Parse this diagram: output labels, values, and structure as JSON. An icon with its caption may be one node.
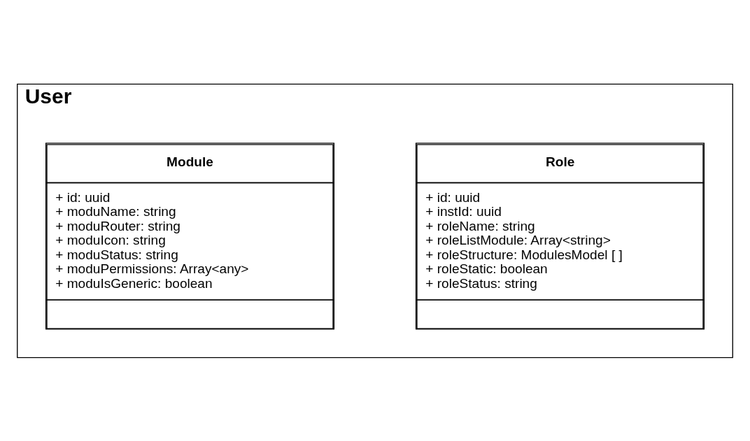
{
  "diagram": {
    "nodes": [
      {
        "text": [
          "User"
        ]
      },
      {
        "text": [
          "Role",
          "+ id: uuid",
          "+ instId: uuid",
          "+ roleName: string",
          "+ roleListModule: Array<string>",
          "+ roleStructure: ModulesModel [ ]",
          "+ roleStatic: boolean",
          "+ roleStatus: string"
        ],
        "in": 0
      },
      {
        "text": [
          "Module",
          "+ id: uuid",
          "+ moduName: string",
          "+ moduRouter: string",
          "+ moduIcon: string",
          "+ moduStatus: string",
          "+ moduPermissions: Array<any>",
          "+ moduIsGeneric: boolean"
        ],
        "in": 0
      }
    ],
    "edges": []
  }
}
